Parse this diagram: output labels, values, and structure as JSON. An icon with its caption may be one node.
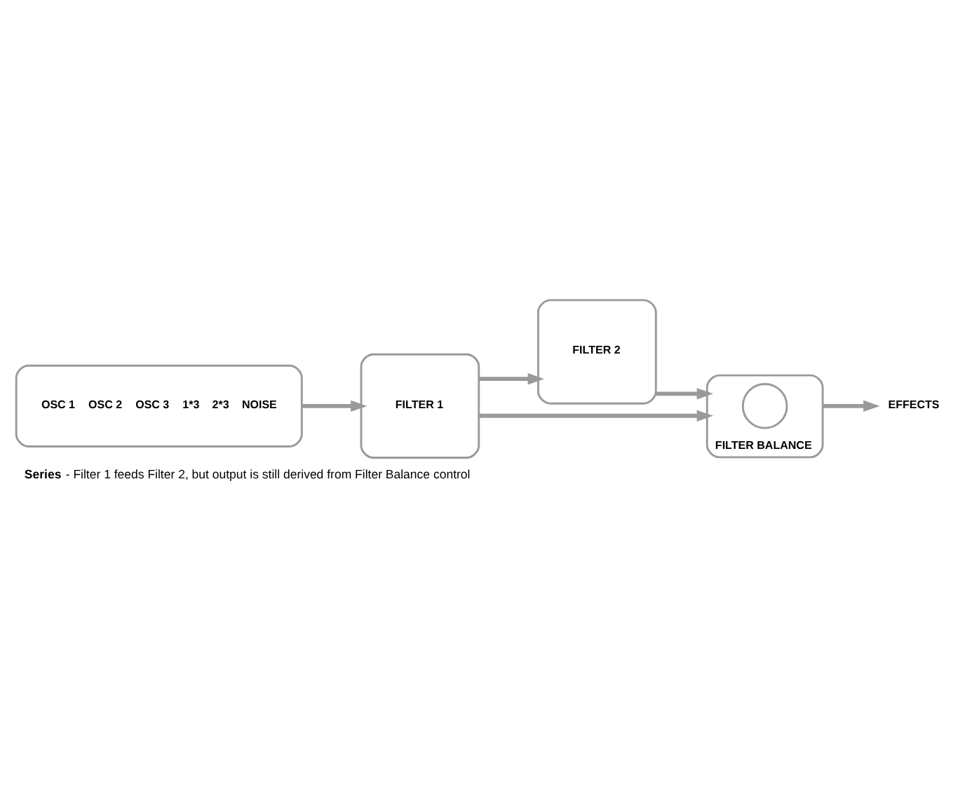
{
  "diagram": {
    "caption": "**Series** - Filter 1 feeds Filter 2, but output is still derived from Filter Balance control",
    "nodes": [
      {
        "text": [
          "OSC 1",
          "OSC 2",
          "OSC 3",
          "1*3",
          "2*3",
          "NOISE"
        ]
      },
      {
        "text": [
          "FILTER 1"
        ]
      },
      {
        "text": [
          "FILTER 2"
        ]
      },
      {
        "text": [
          "FILTER BALANCE"
        ]
      },
      {
        "text": [],
        "shape": "circle",
        "in": 3
      },
      {
        "text": [
          "EFFECTS"
        ]
      }
    ],
    "edges": [
      {
        "from": 0,
        "to": 1,
        "arrow": "to"
      },
      {
        "from": 1,
        "to": 3,
        "arrow": "to"
      },
      {
        "from": 1,
        "to": 2,
        "arrow": "to"
      },
      {
        "from": 2,
        "to": 3,
        "arrow": "to"
      },
      {
        "from": 3,
        "to": 5,
        "arrow": "to"
      }
    ]
  }
}
